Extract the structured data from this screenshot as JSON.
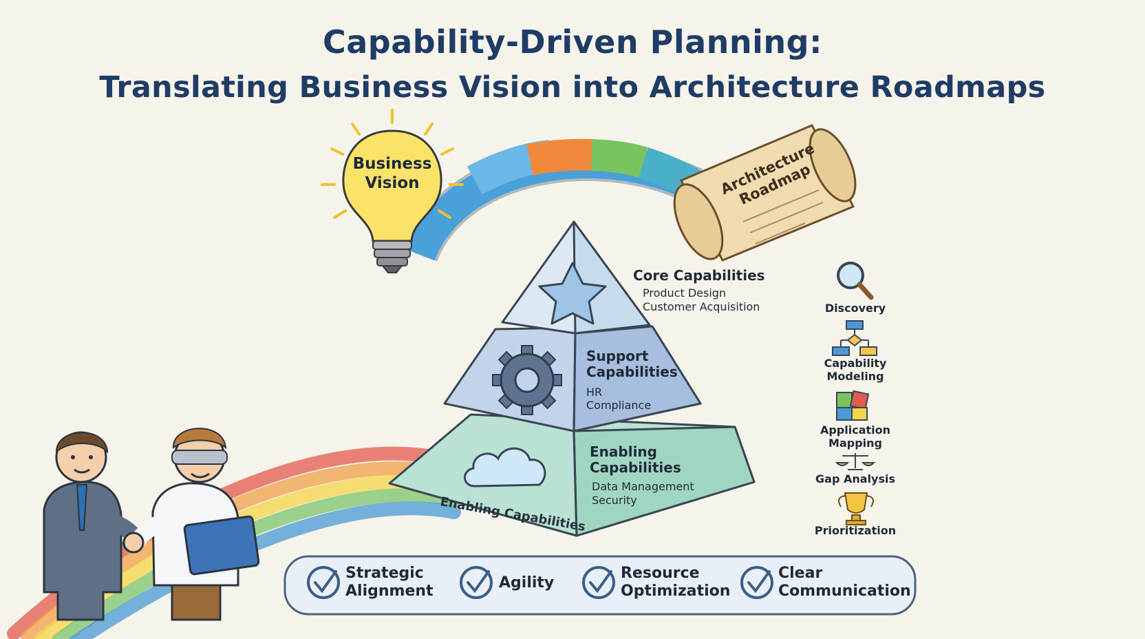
{
  "title": {
    "line1": "Capability-Driven Planning:",
    "line2": "Translating Business Vision into Architecture Roadmaps"
  },
  "business_vision": {
    "label": "Business Vision",
    "line1": "Business",
    "line2": "Vision",
    "icon": "lightbulb-icon"
  },
  "roadmap": {
    "line1": "Architecture",
    "line2": "Roadmap",
    "icon": "scroll-icon"
  },
  "pyramid": {
    "core": {
      "title": "Core Capabilities",
      "items": [
        "Product Design",
        "Customer Acquisition"
      ],
      "icon": "star-icon",
      "color": "#dce9f4"
    },
    "support": {
      "title_line1": "Support",
      "title_line2": "Capabilities",
      "items": [
        "HR",
        "Compliance"
      ],
      "icon": "gear-icon",
      "color": "#c3d3ea"
    },
    "enabling": {
      "title_line1": "Enabling",
      "title_line2": "Capabilities",
      "items": [
        "Data Management",
        "Security"
      ],
      "icon": "cloud-icon",
      "front_label": "Enabling Capabilities",
      "color": "#b9e2d4"
    }
  },
  "steps": [
    {
      "label": "Discovery",
      "icon": "magnifier-icon"
    },
    {
      "label_line1": "Capability",
      "label_line2": "Modeling",
      "icon": "flowchart-icon"
    },
    {
      "label_line1": "Application",
      "label_line2": "Mapping",
      "icon": "puzzle-icon"
    },
    {
      "label": "Gap Analysis",
      "icon": "scales-icon"
    },
    {
      "label": "Prioritization",
      "icon": "trophy-icon"
    }
  ],
  "benefits": [
    {
      "line1": "Strategic",
      "line2": "Alignment",
      "icon": "check-circle-icon"
    },
    {
      "line1": "Agility",
      "icon": "check-circle-icon"
    },
    {
      "line1": "Resource",
      "line2": "Optimization",
      "icon": "check-circle-icon"
    },
    {
      "line1": "Clear",
      "line2": "Communication",
      "icon": "check-circle-icon"
    }
  ],
  "colors": {
    "title": "#1e3c66",
    "rainbow": [
      "#e35a4f",
      "#f0a04a",
      "#f4d54a",
      "#7cc46c",
      "#4a9ad6"
    ],
    "bridge": [
      "#4aa0d8",
      "#6bb8e8",
      "#f08a3a",
      "#78c460",
      "#4ab0c8"
    ]
  }
}
